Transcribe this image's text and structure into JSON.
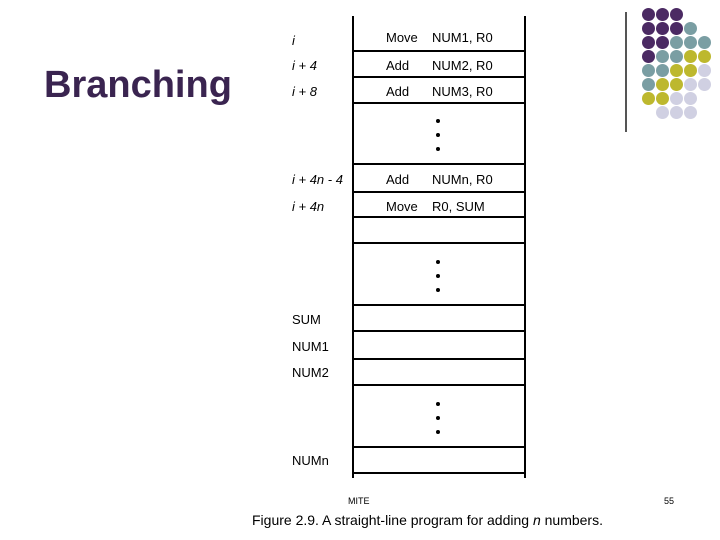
{
  "slide": {
    "title": "Branching",
    "footer_left": "MITE",
    "page_number": "55"
  },
  "program_rows": [
    {
      "addr": "i",
      "op": "Move",
      "args": "NUM1, R0"
    },
    {
      "addr": "i + 4",
      "op": "Add",
      "args": "NUM2, R0"
    },
    {
      "addr": "i + 8",
      "op": "Add",
      "args": "NUM3, R0"
    },
    {
      "addr": "i + 4n - 4",
      "op": "Add",
      "args": "NUMn, R0"
    },
    {
      "addr": "i + 4n",
      "op": "Move",
      "args": "R0, SUM"
    }
  ],
  "data_labels": [
    "SUM",
    "NUM1",
    "NUM2",
    "NUMn"
  ],
  "caption": {
    "prefix": "Figure 2.9.   A straight-line  program for adding ",
    "n": "n",
    "suffix": " numbers."
  },
  "colors": {
    "title": "#3a2450",
    "purple": "#4b2a63",
    "teal": "#7a9ea3",
    "olive": "#bdb82e",
    "lavender": "#d0d0e2"
  }
}
